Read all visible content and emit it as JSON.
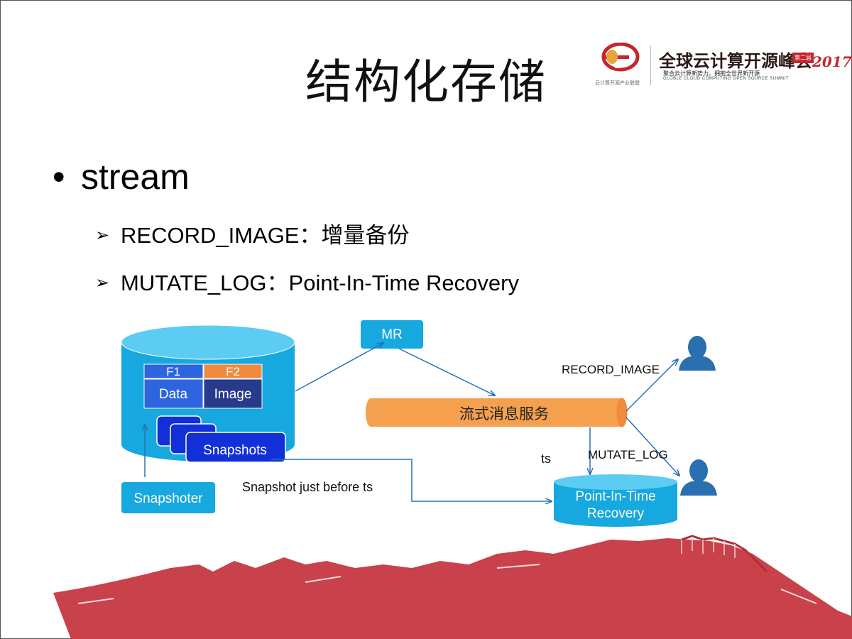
{
  "slide": {
    "title": "结构化存储",
    "logo": {
      "caption": "云计算开源产业联盟",
      "summit_name": "全球云计算开源峰会",
      "summit_year": "2017",
      "badge": "第二届",
      "subtitle": "聚合云计算新势力，拥抱全世界新开源",
      "subtitle_en": "GLOBLE CLOUD COMPUTING OPEN SOURCE SUMMIT"
    },
    "bullet": {
      "marker": "•",
      "text": "stream"
    },
    "sub_bullets": [
      {
        "marker": "➢",
        "text": "RECORD_IMAGE：增量备份"
      },
      {
        "marker": "➢",
        "text": "MUTATE_LOG：Point-In-Time Recovery"
      }
    ]
  },
  "diagram": {
    "table": {
      "f1": "F1",
      "f2": "F2",
      "data": "Data",
      "image": "Image",
      "snapshots": "Snapshots"
    },
    "snapshoter": "Snapshoter",
    "mr": "MR",
    "stream_service": "流式消息服务",
    "recovery_line1": "Point-In-Time",
    "recovery_line2": "Recovery",
    "label_record_image": "RECORD_IMAGE",
    "label_mutate_log": "MUTATE_LOG",
    "label_ts": "ts",
    "label_snapshot_before": "Snapshot just before ts",
    "colors": {
      "cyan": "#16a8df",
      "cyan_top": "#5dccf2",
      "blue_box": "#2e64e0",
      "navy_box": "#283a8c",
      "orange": "#f5a04f",
      "orange_top": "#f08a3e",
      "snapshot_blue": "#1230d8",
      "arrow": "#2272b9",
      "user": "#2a6fb0",
      "mountain": "#c9414a"
    }
  }
}
